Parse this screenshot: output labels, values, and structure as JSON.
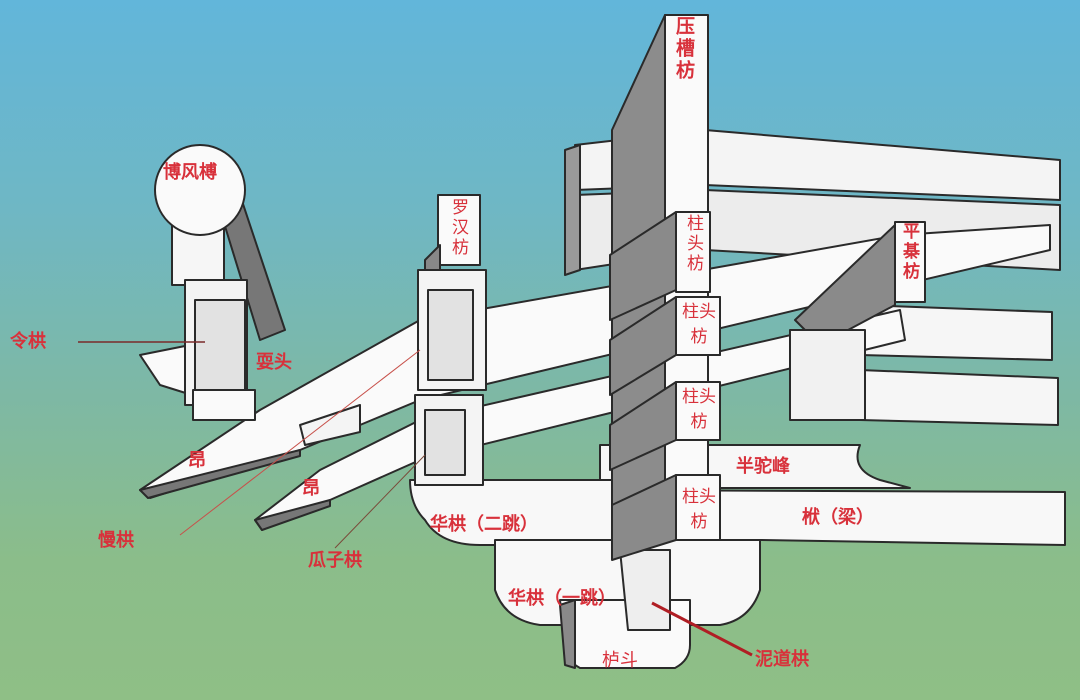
{
  "labels": {
    "yacaofang": "压槽枋",
    "bofengtuan": "博风榑",
    "luohanfang": "罗汉枋",
    "zhutoufang_1": "柱头枋",
    "zhutoufang_2": "柱头枋",
    "zhutoufang_3": "柱头枋",
    "zhutoufang_4": "柱头枋",
    "pingqifang": "平棊枋",
    "linggong": "令栱",
    "shuatou": "耍头",
    "ang_1": "昂",
    "ang_2": "昂",
    "mangong": "慢栱",
    "guazigong": "瓜子栱",
    "huagong_2": "华栱（二跳）",
    "huagong_1": "华栱（一跳）",
    "bantuofeng": "半驼峰",
    "fu_liang": "栿（梁）",
    "nidaogong": "泥道栱",
    "ludou": "栌斗"
  },
  "colors": {
    "label": "#d8313b",
    "face": "#fbfbfb",
    "side": "#8a8a8a",
    "edge": "#2a2a2a"
  }
}
